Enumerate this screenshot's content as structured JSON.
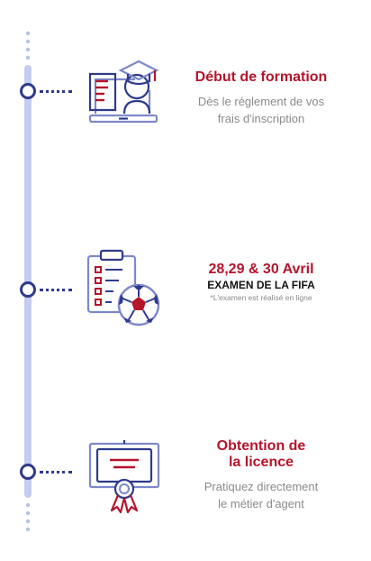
{
  "colors": {
    "accent": "#b5142b",
    "navy": "#2e3b8c",
    "line": "#c4cdef",
    "muted": "#8a8a8a"
  },
  "steps": [
    {
      "icon": "graduation-laptop-icon",
      "title": "Début de formation",
      "description_line1": "Dès le réglement de vos",
      "description_line2": "frais d'inscription"
    },
    {
      "icon": "clipboard-football-icon",
      "title": "28,29 & 30 Avril",
      "subtitle": "EXAMEN DE LA FIFA",
      "note": "*L'examen est réalisé en ligne"
    },
    {
      "icon": "certificate-icon",
      "title_line1": "Obtention de",
      "title_line2": "la licence",
      "description_line1": "Pratiquez directement",
      "description_line2": "le métier d'agent"
    }
  ]
}
